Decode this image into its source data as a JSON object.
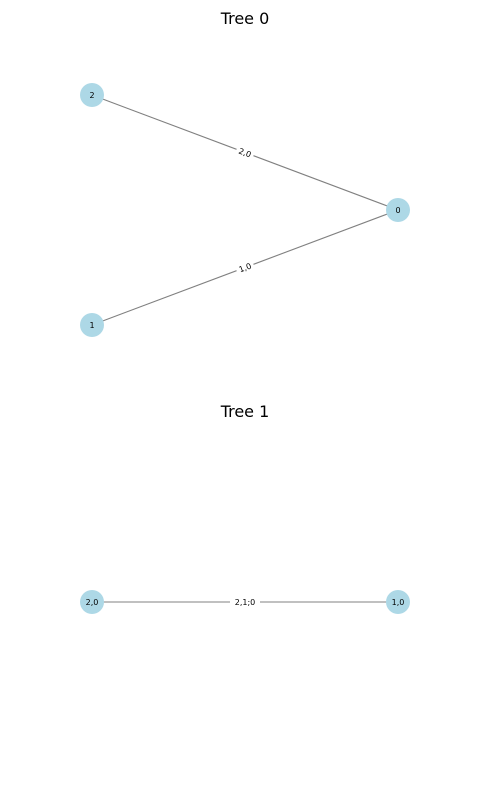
{
  "colors": {
    "node_fill": "#add8e6",
    "edge_stroke": "#808080",
    "label_bg": "#ffffff",
    "text": "#000000"
  },
  "trees": [
    {
      "title": "Tree 0",
      "nodes": [
        {
          "id": "n2",
          "label": "2"
        },
        {
          "id": "n0",
          "label": "0"
        },
        {
          "id": "n1",
          "label": "1"
        }
      ],
      "edges": [
        {
          "from": "n2",
          "to": "n0",
          "label": "2,0"
        },
        {
          "from": "n1",
          "to": "n0",
          "label": "1,0"
        }
      ]
    },
    {
      "title": "Tree 1",
      "nodes": [
        {
          "id": "n20",
          "label": "2,0"
        },
        {
          "id": "n10",
          "label": "1,0"
        }
      ],
      "edges": [
        {
          "from": "n20",
          "to": "n10",
          "label": "2,1;0"
        }
      ]
    }
  ]
}
